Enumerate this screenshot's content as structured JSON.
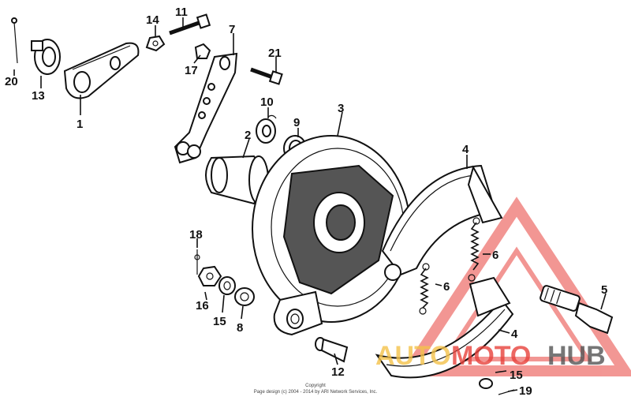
{
  "labels": {
    "l1": "1",
    "l2": "2",
    "l3": "3",
    "l4a": "4",
    "l4b": "4",
    "l5": "5",
    "l6a": "6",
    "l6b": "6",
    "l7": "7",
    "l8": "8",
    "l9": "9",
    "l10": "10",
    "l11": "11",
    "l12": "12",
    "l13": "13",
    "l14": "14",
    "l15a": "15",
    "l15b": "15",
    "l16": "16",
    "l17": "17",
    "l18": "18",
    "l19": "19",
    "l20": "20",
    "l21": "21"
  },
  "copyright": {
    "line1": "Copyright",
    "line2": "Page design (c) 2004 - 2014 by ARI Network Services, Inc."
  },
  "watermark": {
    "auto": "AUTO",
    "moto": "MOTO",
    "hub": "HUB",
    "accent_color": "#e8423c",
    "gold_color": "#f4c24a",
    "dark_color": "#555555"
  }
}
